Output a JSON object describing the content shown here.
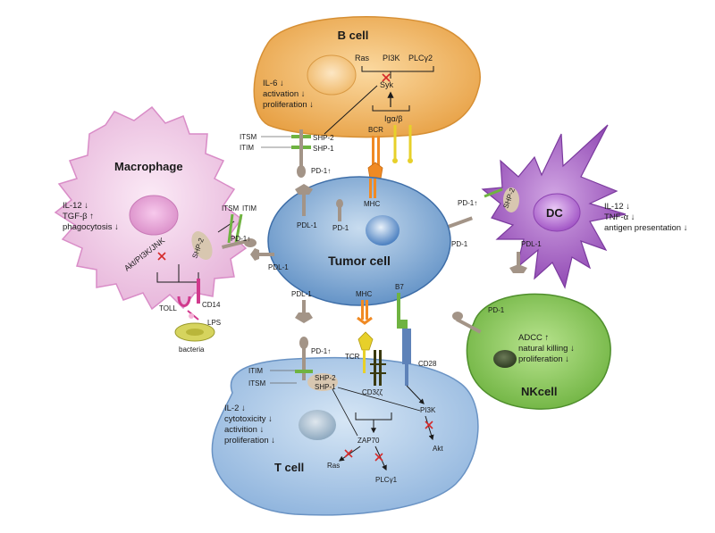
{
  "cells": {
    "b_cell": {
      "title": "B cell",
      "effects": [
        "IL-6 ↓",
        "activation ↓",
        "proliferation ↓"
      ],
      "pathway": [
        "Ras",
        "PI3K",
        "PLCγ2"
      ],
      "syk": "Syk",
      "iga": "Igα/β",
      "bcr": "BCR",
      "itsm": "ITSM",
      "itim": "ITIM",
      "shp2": "SHP-2",
      "shp1": "SHP-1",
      "pd1": "PD-1↑"
    },
    "macrophage": {
      "title": "Macrophage",
      "effects": [
        "IL-12 ↓",
        "TGF-β ↑",
        "phagocytosis ↓"
      ],
      "pathway": "Akt/PI3K/JNK",
      "shp2": "SHP-2",
      "cd14": "CD14",
      "toll": "TOLL",
      "lps": "LPS",
      "bacteria": "bacteria",
      "itsm": "ITSM",
      "itim": "ITIM",
      "pd1": "PD-1↑"
    },
    "tumor": {
      "title": "Tumor cell",
      "pdl1_top": "PDL-1",
      "pd1": "PD-1",
      "mhc_top": "MHC",
      "pdl1_left": "PDL-1",
      "pdl1_bottom": "PDL-1",
      "mhc_bottom": "MHC",
      "b7": "B7"
    },
    "dc": {
      "title": "DC",
      "effects": [
        "IL-12 ↓",
        "TNF-α ↓",
        "antigen presentation ↓"
      ],
      "pd1_top": "PD-1↑",
      "shp2": "SHP-2",
      "pd1_left": "PD-1",
      "pdl1": "PDL-1"
    },
    "nk": {
      "title": "NKcell",
      "pd1": "PD-1",
      "effects": [
        "ADCC ↑",
        "natural killing ↓",
        "proliferation ↓"
      ]
    },
    "t_cell": {
      "title": "T cell",
      "effects": [
        "IL-2 ↓",
        "cytotoxicity ↓",
        "activition ↓",
        "proliferation ↓"
      ],
      "pd1": "PD-1↑",
      "itim": "ITIM",
      "itsm": "ITSM",
      "shp2": "SHP-2",
      "shp1": "SHP-1",
      "tcr": "TCR",
      "cd3": "CD3ζζ",
      "cd28": "CD28",
      "pi3k": "PI3K",
      "akt": "Akt",
      "zap70": "ZAP70",
      "ras": "Ras",
      "plcg1": "PLCγ1"
    }
  },
  "colors": {
    "b_cell": "#f0b35a",
    "macrophage": "#f0c9e6",
    "tumor": "#7ea9d6",
    "dc": "#a562c4",
    "nk": "#8ccc5e",
    "t_cell": "#a9c7e8",
    "pd1": "#a39487",
    "inhibit": "#d42a2a"
  }
}
